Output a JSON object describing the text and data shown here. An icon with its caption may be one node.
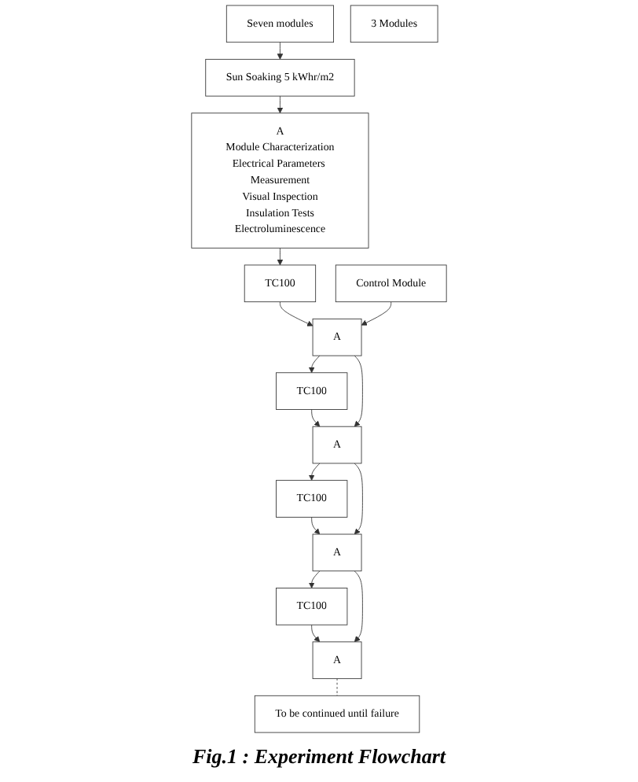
{
  "diagram": {
    "caption": "Fig.1 : Experiment Flowchart",
    "nodes": [
      {
        "text": [
          "Seven modules"
        ]
      },
      {
        "text": [
          "Sun Soaking 5 kWhr/m2"
        ]
      },
      {
        "text": [
          "A",
          "Module Characterization",
          "Electrical Parameters Measurement",
          "Visual Inspection",
          "Insulation Tests",
          "Electroluminescence"
        ]
      },
      {
        "text": [
          "Control Module"
        ]
      },
      {
        "text": [
          "TC100"
        ]
      },
      {
        "text": [
          "3 Modules"
        ]
      },
      {
        "text": [
          "A"
        ]
      },
      {
        "text": [
          "TC100"
        ]
      },
      {
        "text": [
          "A"
        ]
      },
      {
        "text": [
          "TC100"
        ]
      },
      {
        "text": [
          "A"
        ]
      },
      {
        "text": [
          "TC100"
        ]
      },
      {
        "text": [
          "A"
        ]
      },
      {
        "text": [
          "To be continued until failure"
        ]
      }
    ],
    "edges": [
      {
        "from": 0,
        "to": 1,
        "arrow": "to"
      },
      {
        "from": 1,
        "to": 2,
        "arrow": "to"
      },
      {
        "from": 2,
        "to": 4,
        "arrow": "to"
      },
      {
        "from": 4,
        "to": 6,
        "arrow": "to"
      },
      {
        "from": 3,
        "to": 6,
        "arrow": "to"
      },
      {
        "from": 6,
        "to": 7,
        "arrow": "to"
      },
      {
        "from": 7,
        "to": 8,
        "arrow": "to"
      },
      {
        "from": 6,
        "to": 8,
        "arrow": "to"
      },
      {
        "from": 8,
        "to": 9,
        "arrow": "to"
      },
      {
        "from": 9,
        "to": 10,
        "arrow": "to"
      },
      {
        "from": 8,
        "to": 10,
        "arrow": "to"
      },
      {
        "from": 10,
        "to": 11,
        "arrow": "to"
      },
      {
        "from": 11,
        "to": 12,
        "arrow": "to"
      },
      {
        "from": 10,
        "to": 12,
        "arrow": "to"
      },
      {
        "from": 12,
        "to": 13,
        "arrow": "none",
        "style": "dashed"
      }
    ]
  }
}
